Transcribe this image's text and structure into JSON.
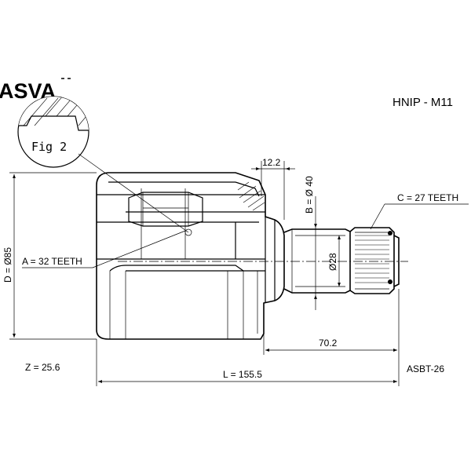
{
  "brand": {
    "name": "ASVA"
  },
  "part": {
    "number": "HNIP - M11",
    "seal_code": "ASBT-26"
  },
  "figure": {
    "label": "Fig 2"
  },
  "dimensions": {
    "outer_diameter": "D = Ø85",
    "inner_teeth": "A = 32 TEETH",
    "bore_diameter": "B = Ø 40",
    "outer_teeth": "C = 27 TEETH",
    "shaft_diameter": "Ø28",
    "shoulder_length": "12.2",
    "stem_length": "70.2",
    "total_length": "L = 155.5",
    "abs_z": "Z = 25.6"
  }
}
